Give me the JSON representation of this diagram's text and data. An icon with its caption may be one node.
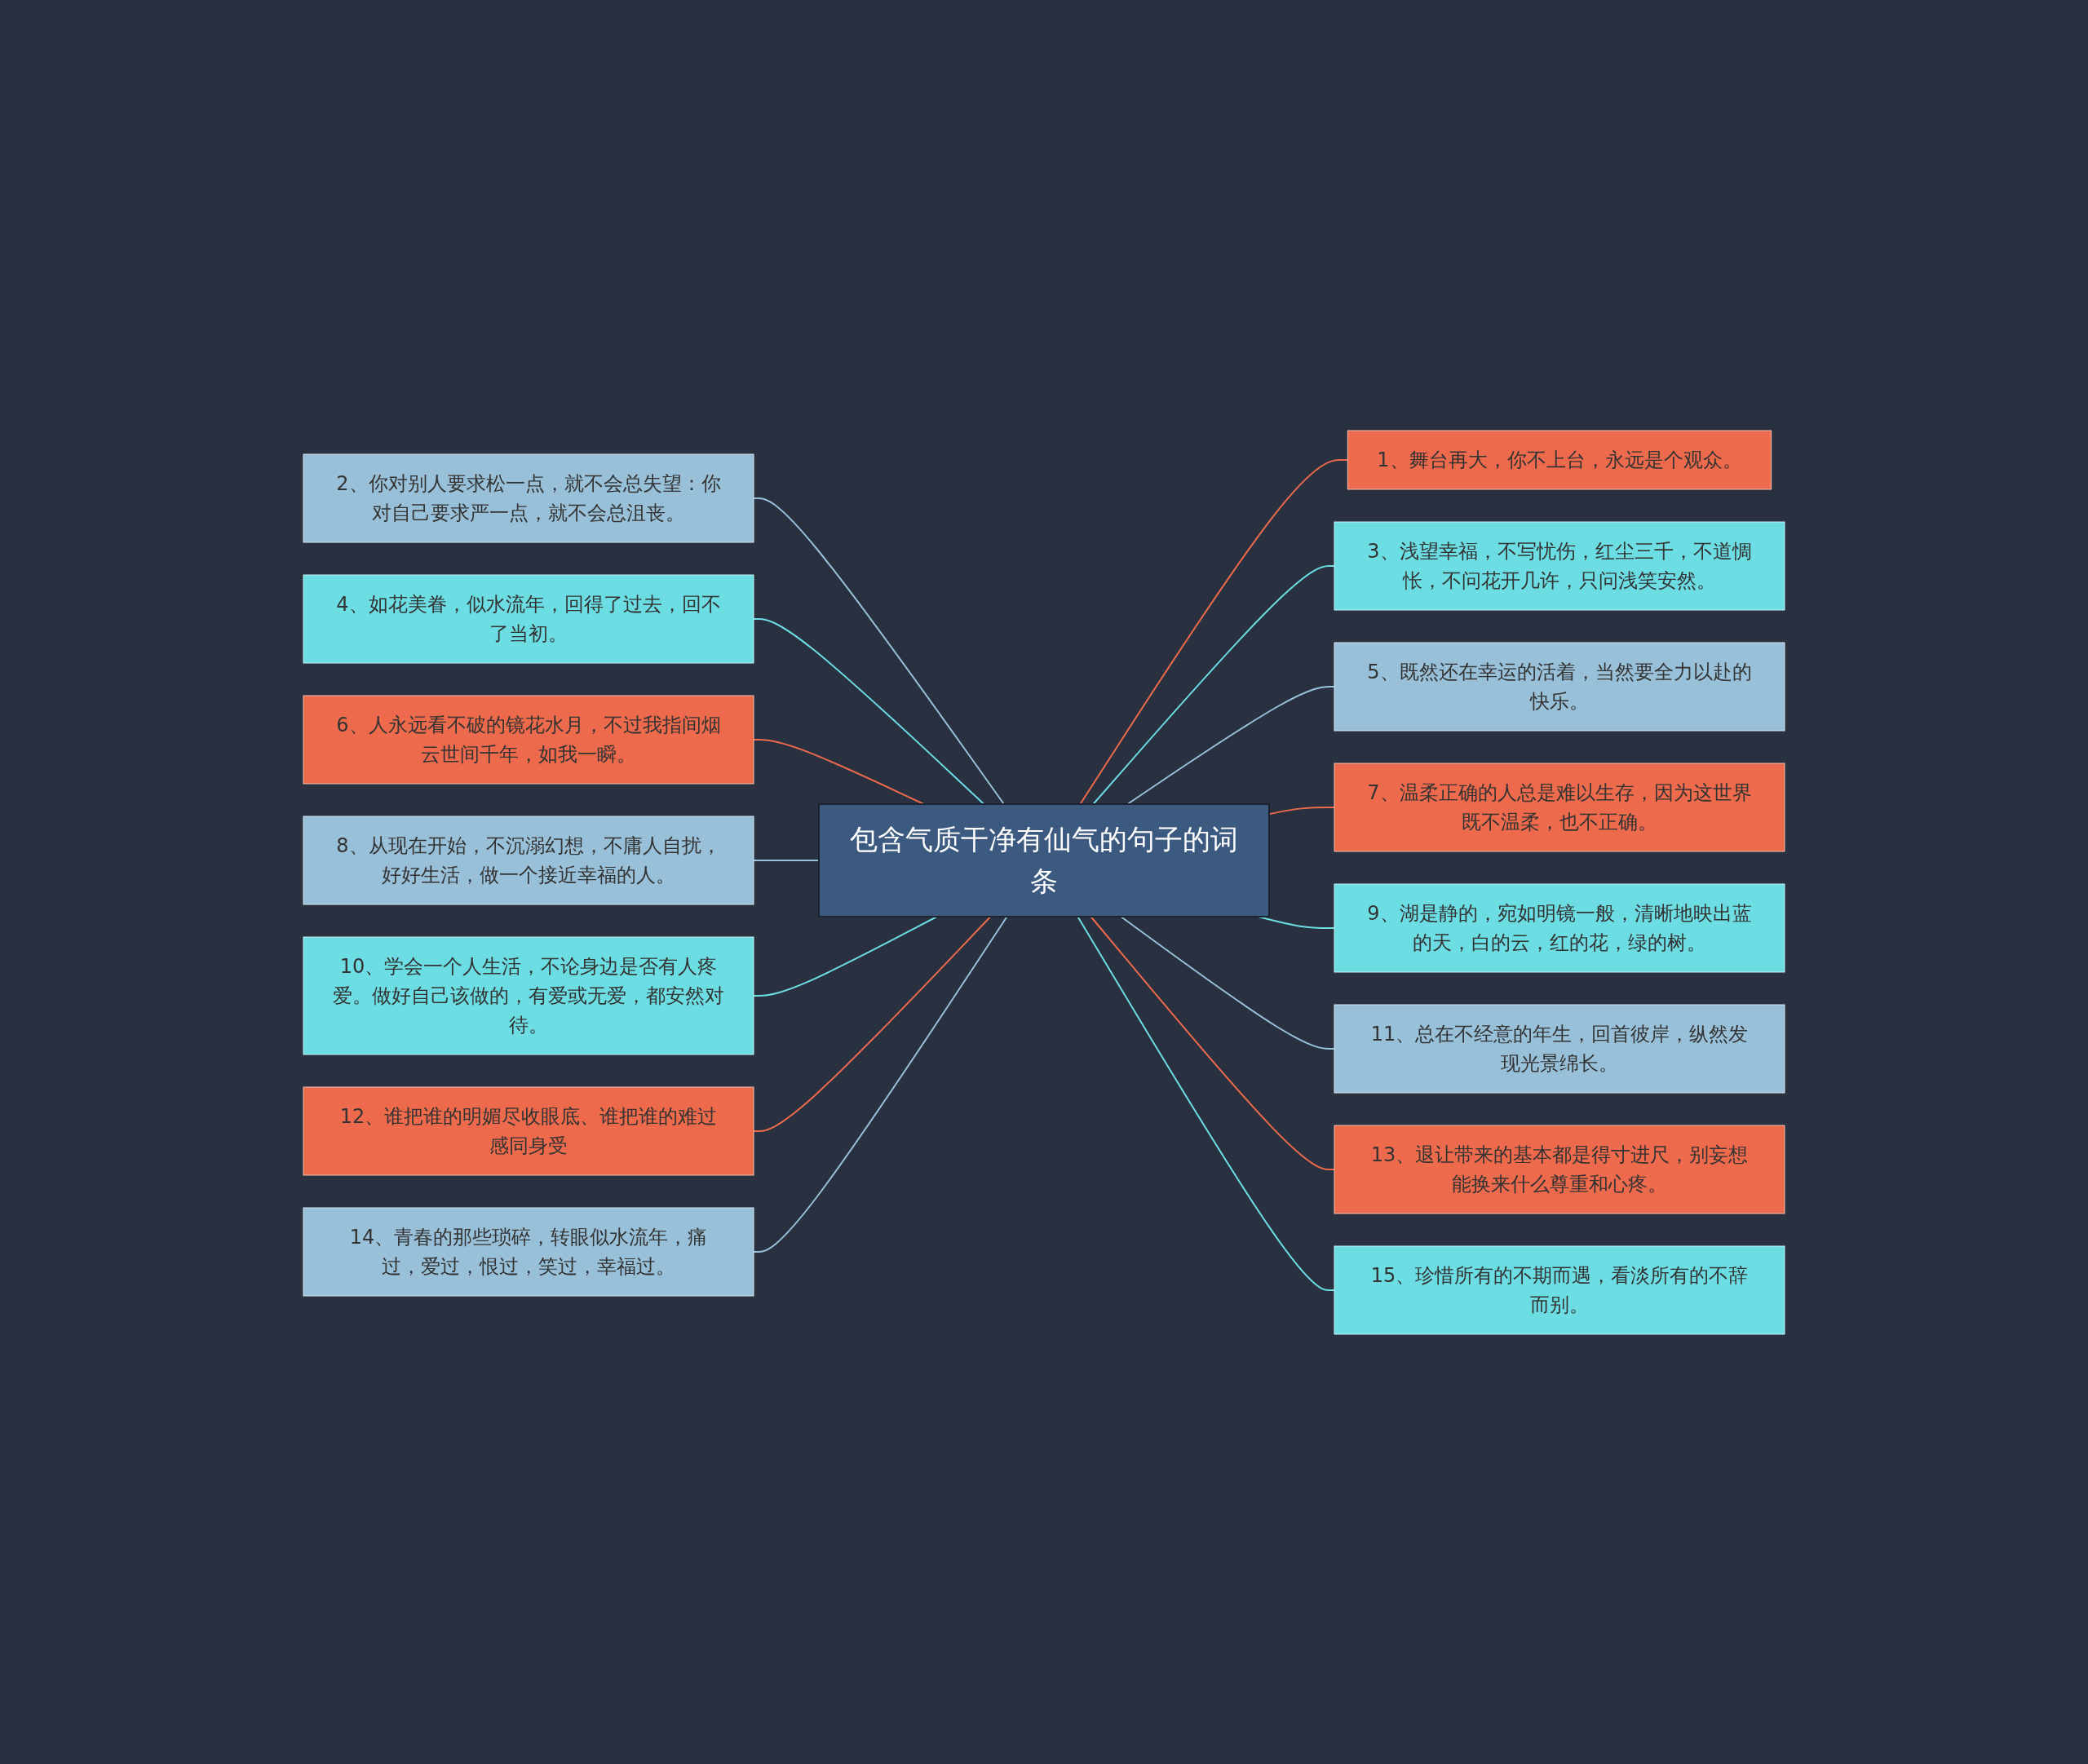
{
  "diagram": {
    "nodes": [
      {
        "text": [
          "包含气质干净有仙气的句子的词条"
        ]
      },
      {
        "text": [
          "1、舞台再大，你不上台，永远是个观众。"
        ]
      },
      {
        "text": [
          "2、你对别人要求松一点，就不会总失望：你对自己要求严一点，就不会总沮丧。"
        ]
      },
      {
        "text": [
          "3、浅望幸福，不写忧伤，红尘三千，不道惆怅，不问花开几许，只问浅笑安然。"
        ]
      },
      {
        "text": [
          "4、如花美眷，似水流年，回得了过去，回不了当初。"
        ]
      },
      {
        "text": [
          "5、既然还在幸运的活着，当然要全力以赴的快乐。"
        ]
      },
      {
        "text": [
          "6、人永远看不破的镜花水月，不过我指间烟云世间千年，如我一瞬。"
        ]
      },
      {
        "text": [
          "7、温柔正确的人总是难以生存，因为这世界既不温柔，也不正确。"
        ]
      },
      {
        "text": [
          "8、从现在开始，不沉溺幻想，不庸人自扰，好好生活，做一个接近幸福的人。"
        ]
      },
      {
        "text": [
          "9、湖是静的，宛如明镜一般，清晰地映出蓝的天，白的云，红的花，绿的树。"
        ]
      },
      {
        "text": [
          "10、学会一个人生活，不论身边是否有人疼爱。做好自己该做的，有爱或无爱，都安然对待。"
        ]
      },
      {
        "text": [
          "11、总在不经意的年生，回首彼岸，纵然发现光景绵长。"
        ]
      },
      {
        "text": [
          "12、谁把谁的明媚尽收眼底、谁把谁的难过感同身受"
        ]
      },
      {
        "text": [
          "13、退让带来的基本都是得寸进尺，别妄想能换来什么尊重和心疼。"
        ]
      },
      {
        "text": [
          "14、青春的那些琐碎，转眼似水流年，痛过，爱过，恨过，笑过，幸福过。"
        ]
      },
      {
        "text": [
          "15、珍惜所有的不期而遇，看淡所有的不辞而别。"
        ]
      }
    ],
    "edges": [
      {
        "from": 0,
        "to": 1,
        "arrow": "none",
        "color": "#ee6a4c"
      },
      {
        "from": 0,
        "to": 2,
        "arrow": "none",
        "color": "#98c0d8"
      },
      {
        "from": 0,
        "to": 3,
        "arrow": "none",
        "color": "#6cdde3"
      },
      {
        "from": 0,
        "to": 4,
        "arrow": "none",
        "color": "#6cdde3"
      },
      {
        "from": 0,
        "to": 5,
        "arrow": "none",
        "color": "#98c0d8"
      },
      {
        "from": 0,
        "to": 6,
        "arrow": "none",
        "color": "#ee6a4c"
      },
      {
        "from": 0,
        "to": 7,
        "arrow": "none",
        "color": "#ee6a4c"
      },
      {
        "from": 0,
        "to": 8,
        "arrow": "none",
        "color": "#98c0d8"
      },
      {
        "from": 0,
        "to": 9,
        "arrow": "none",
        "color": "#6cdde3"
      },
      {
        "from": 0,
        "to": 10,
        "arrow": "none",
        "color": "#6cdde3"
      },
      {
        "from": 0,
        "to": 11,
        "arrow": "none",
        "color": "#98c0d8"
      },
      {
        "from": 0,
        "to": 12,
        "arrow": "none",
        "color": "#ee6a4c"
      },
      {
        "from": 0,
        "to": 13,
        "arrow": "none",
        "color": "#ee6a4c"
      },
      {
        "from": 0,
        "to": 14,
        "arrow": "none",
        "color": "#98c0d8"
      },
      {
        "from": 0,
        "to": 15,
        "arrow": "none",
        "color": "#6cdde3"
      }
    ]
  }
}
